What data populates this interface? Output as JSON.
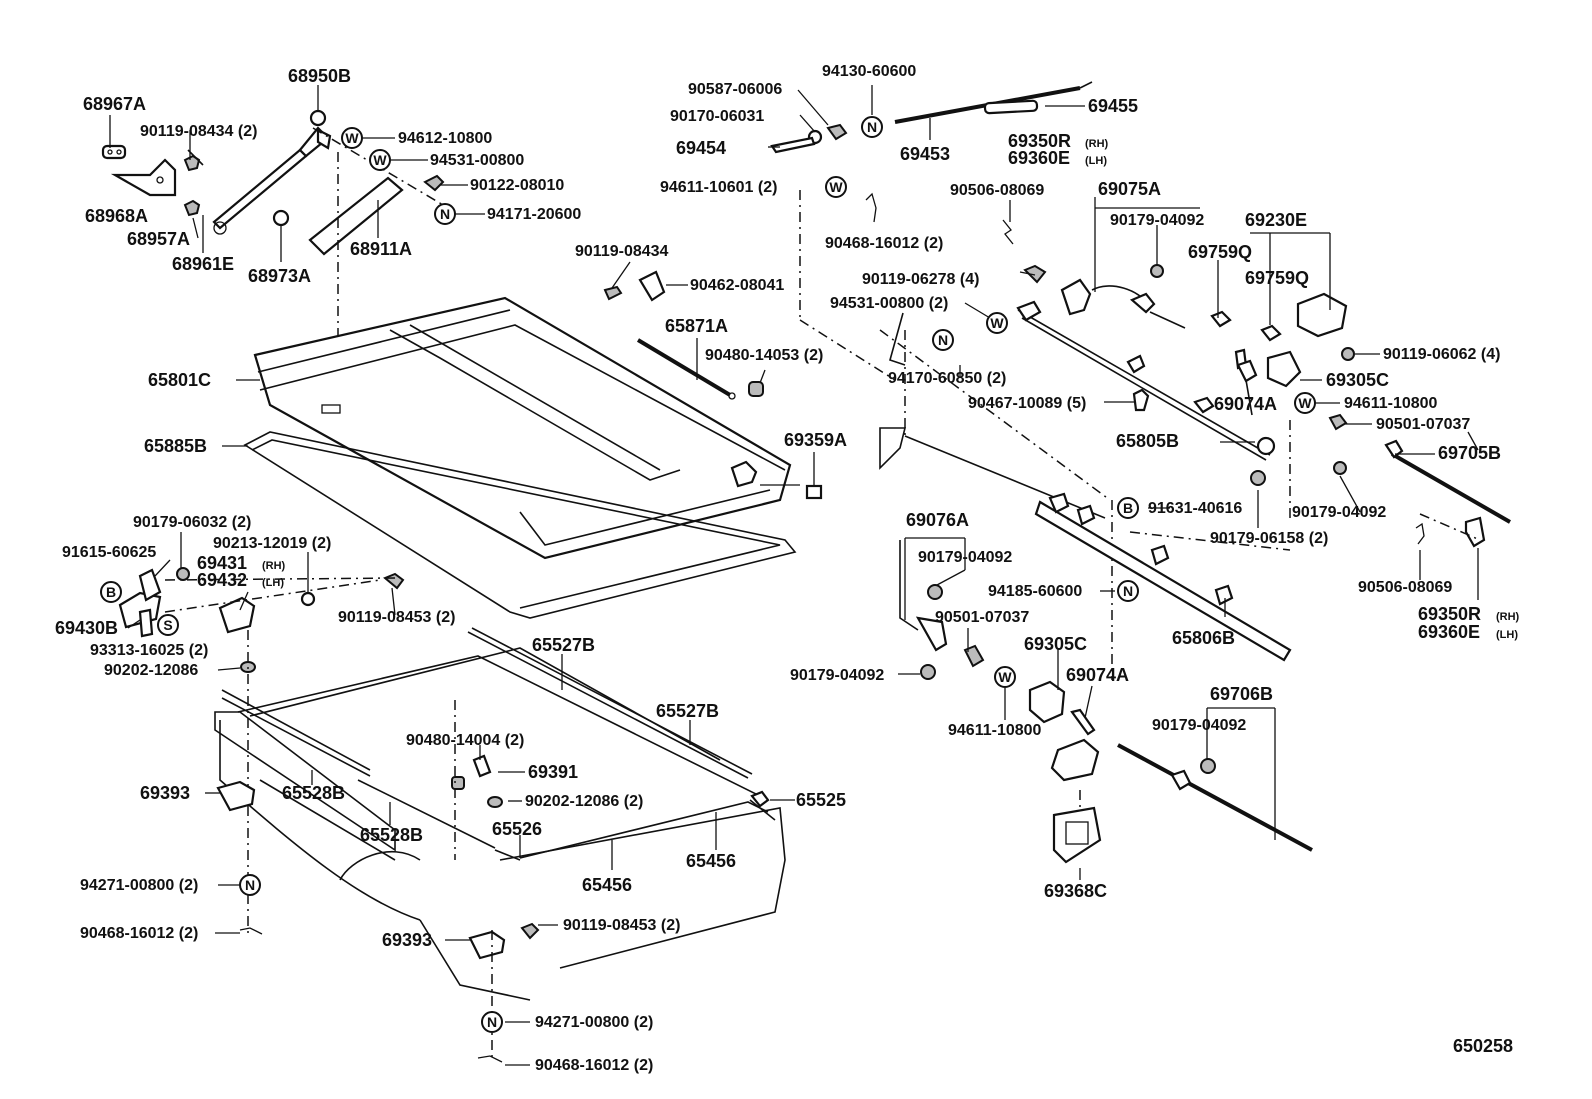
{
  "diagram_id": "650258",
  "symbols": {
    "washer": "W",
    "nut": "N",
    "bolt": "B",
    "screw": "S"
  },
  "labels": {
    "p68967A": "68967A",
    "p90119_08434_2": "90119-08434 (2)",
    "p68968A": "68968A",
    "p68957A": "68957A",
    "p68961E": "68961E",
    "p68950B": "68950B",
    "p94612_10800": "94612-10800",
    "p94531_00800": "94531-00800",
    "p90122_08010": "90122-08010",
    "p94171_20600": "94171-20600",
    "p68973A": "68973A",
    "p68911A": "68911A",
    "p90587_06006": "90587-06006",
    "p94130_60600": "94130-60600",
    "p90170_06031": "90170-06031",
    "p69455": "69455",
    "p69454": "69454",
    "p69453": "69453",
    "p94611_10601_2": "94611-10601 (2)",
    "p90468_16012_2_top": "90468-16012 (2)",
    "p69350R_top": "69350R",
    "p69360E_top": "69360E",
    "rh_top": "(RH)",
    "lh_top": "(LH)",
    "p90506_08069_top": "90506-08069",
    "p69075A": "69075A",
    "p90179_04092_a": "90179-04092",
    "p69230E": "69230E",
    "p69759Q_a": "69759Q",
    "p69759Q_b": "69759Q",
    "p90119_08434": "90119-08434",
    "p90462_08041": "90462-08041",
    "p90119_06278_4": "90119-06278 (4)",
    "p94531_00800_2": "94531-00800 (2)",
    "p90119_06062_4": "90119-06062 (4)",
    "p65871A": "65871A",
    "p90480_14053_2": "90480-14053 (2)",
    "p94170_60850_2": "94170-60850 (2)",
    "p69305C_top": "69305C",
    "p94611_10800_top": "94611-10800",
    "p90467_10089_5": "90467-10089 (5)",
    "p69074A_top": "69074A",
    "p90501_07037_top": "90501-07037",
    "p65805B": "65805B",
    "p69705B": "69705B",
    "p65801C": "65801C",
    "p65885B": "65885B",
    "p69359A": "69359A",
    "p91631_40616": "91631-40616",
    "p90179_04092_b": "90179-04092",
    "p90179_06158_2": "90179-06158 (2)",
    "p90179_06032_2": "90179-06032 (2)",
    "p91615_60625": "91615-60625",
    "p90213_12019_2": "90213-12019 (2)",
    "p69431": "69431",
    "p69432": "69432",
    "rh_left": "(RH)",
    "lh_left": "(LH)",
    "p69430B": "69430B",
    "p90119_08453_2_a": "90119-08453 (2)",
    "p93313_16025_2": "93313-16025 (2)",
    "p90202_12086_a": "90202-12086",
    "p69076A": "69076A",
    "p90179_04092_c": "90179-04092",
    "p94185_60600": "94185-60600",
    "p90506_08069_bot": "90506-08069",
    "p90501_07037_bot": "90501-07037",
    "p69350R_bot": "69350R",
    "p69360E_bot": "69360E",
    "rh_bot": "(RH)",
    "lh_bot": "(LH)",
    "p65806B": "65806B",
    "p69305C_bot": "69305C",
    "p69074A_bot": "69074A",
    "p90179_04092_d": "90179-04092",
    "p94611_10800_bot": "94611-10800",
    "p65527B_a": "65527B",
    "p65527B_b": "65527B",
    "p69706B": "69706B",
    "p90179_04092_e": "90179-04092",
    "p90480_14004_2": "90480-14004 (2)",
    "p69391": "69391",
    "p69393_a": "69393",
    "p65528B_a": "65528B",
    "p90202_12086_2": "90202-12086 (2)",
    "p65525": "65525",
    "p65526": "65526",
    "p65528B_b": "65528B",
    "p65456_a": "65456",
    "p65456_b": "65456",
    "p94271_00800_2_a": "94271-00800 (2)",
    "p69368C": "69368C",
    "p90468_16012_2_a": "90468-16012 (2)",
    "p90119_08453_2_b": "90119-08453 (2)",
    "p69393_b": "69393",
    "p94271_00800_2_b": "94271-00800 (2)",
    "p90468_16012_2_b": "90468-16012 (2)"
  }
}
